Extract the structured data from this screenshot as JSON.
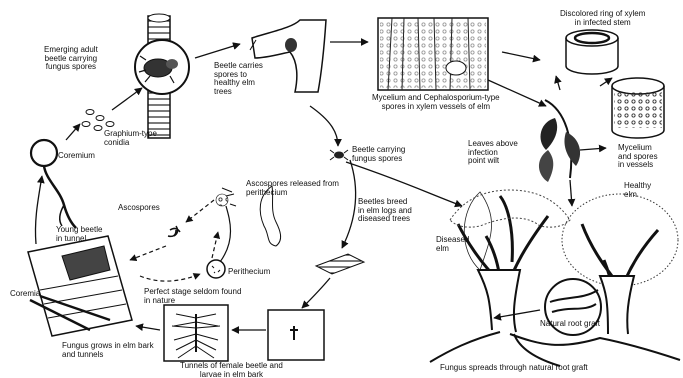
{
  "labels": {
    "emerging_adult": "Emerging adult\nbeetle carrying\nfungus spores",
    "beetle_carries": "Beetle carries\nspores to\nhealthy elm\ntrees",
    "mycelium_spores": "Mycelium and Cephalosporium-type\nspores in xylem vessels of elm",
    "discolored_ring": "Discolored ring of xylem\nin infected stem",
    "graphium_conidia": "Graphium-type\nconidia",
    "coremium": "Coremium",
    "beetle_carrying": "Beetle carrying\nfungus spores",
    "leaves_wilt": "Leaves above\ninfection\npoint wilt",
    "mycelium_vessels": "Mycelium\nand spores\nin vessels",
    "healthy_elm": "Healthy\nelm",
    "ascospores": "Ascospores",
    "ascospores_released": "Ascospores released from\nperithecium",
    "beetles_breed": "Beetles breed\nin elm logs and\ndiseased trees",
    "young_beetle": "Young beetle\nin tunnel",
    "coremia": "Coremia",
    "perithecium": "Perithecium",
    "perfect_stage": "Perfect stage seldom found\nin nature",
    "diseased_elm": "Diseased\nelm",
    "natural_root_graft": "Natural root graft",
    "fungus_grows": "Fungus grows in elm bark\nand tunnels",
    "tunnels_female": "Tunnels of female beetle and\nlarvae in elm bark",
    "fungus_spreads": "Fungus spreads through natural root graft"
  }
}
